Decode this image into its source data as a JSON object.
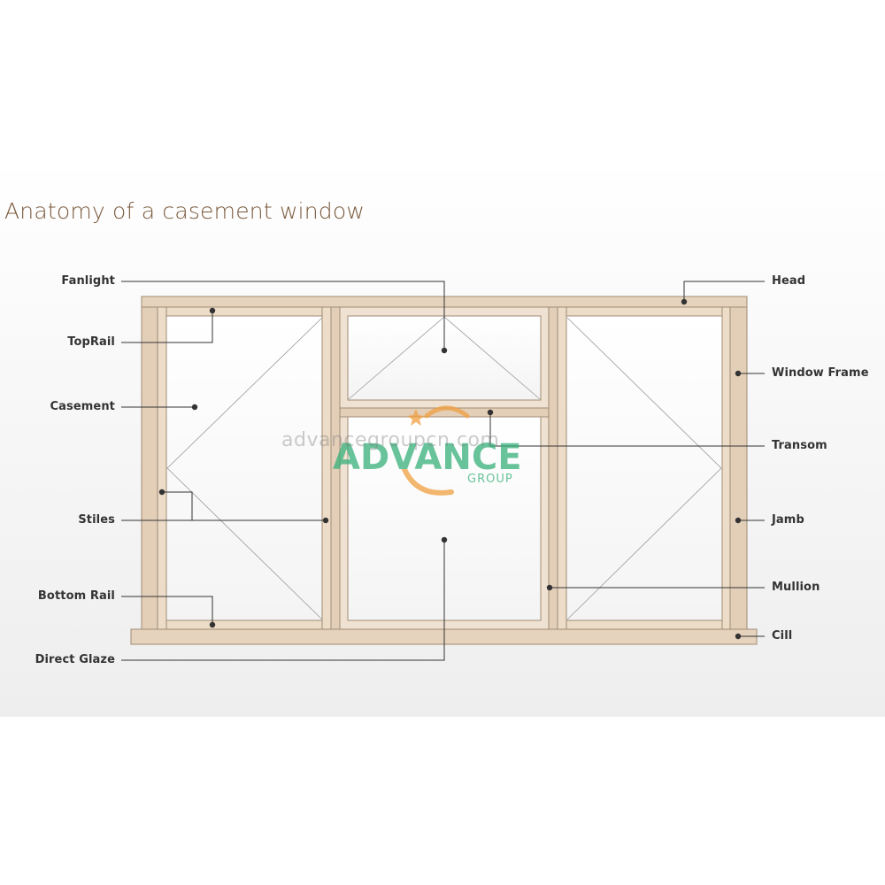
{
  "title": "Anatomy of a casement window",
  "labels": {
    "fanlight": "Fanlight",
    "toprail": "TopRail",
    "casement": "Casement",
    "stiles": "Stiles",
    "bottom_rail": "Bottom Rail",
    "direct_glaze": "Direct Glaze",
    "head": "Head",
    "window_frame": "Window Frame",
    "transom": "Transom",
    "jamb": "Jamb",
    "mullion": "Mullion",
    "cill": "Cill"
  },
  "watermark": {
    "url": "advancegroupcn.com",
    "brand": "ADVANCE",
    "sub": "GROUP"
  },
  "colors": {
    "frame_fill": "#ecdcc8",
    "frame_dark": "#d9c3ab",
    "frame_stroke": "#a08b74",
    "glass": "#fbfbfb",
    "leader": "#333333",
    "title": "#7a5a3c",
    "brand_green": "#37b07a",
    "brand_orange": "#f0a040"
  }
}
